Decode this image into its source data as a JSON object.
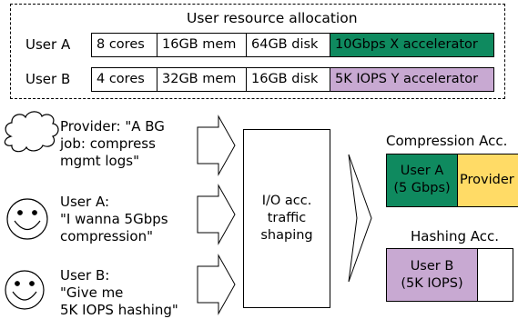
{
  "allocation": {
    "title": "User resource allocation",
    "users": [
      {
        "name": "User A",
        "cores": "8 cores",
        "mem": "16GB mem",
        "disk": "64GB disk",
        "accel": "10Gbps X accelerator",
        "accel_color": "#0f8a5f"
      },
      {
        "name": "User B",
        "cores": "4 cores",
        "mem": "32GB mem",
        "disk": "16GB disk",
        "accel": "5K IOPS Y accelerator",
        "accel_color": "#c8a9d2"
      }
    ]
  },
  "requests": [
    {
      "icon": "cloud-icon",
      "lines": [
        "Provider: \"A BG",
        "job: compress",
        "mgmt logs\""
      ]
    },
    {
      "icon": "smiley-icon",
      "lines": [
        "User A:",
        "\"I wanna 5Gbps",
        "compression\""
      ]
    },
    {
      "icon": "smiley-icon",
      "lines": [
        "User B:",
        "\"Give me",
        "5K IOPS hashing\""
      ]
    }
  ],
  "shaper": {
    "lines": [
      "I/O acc.",
      "traffic",
      "shaping"
    ]
  },
  "compression": {
    "title": "Compression Acc.",
    "user_lines": [
      "User A",
      "(5 Gbps)"
    ],
    "provider_label": "Provider",
    "user_color": "#0f8a5f",
    "provider_color": "#ffdb66"
  },
  "hashing": {
    "title": "Hashing Acc.",
    "user_lines": [
      "User B",
      "(5K IOPS)"
    ],
    "user_color": "#c8a9d2"
  }
}
